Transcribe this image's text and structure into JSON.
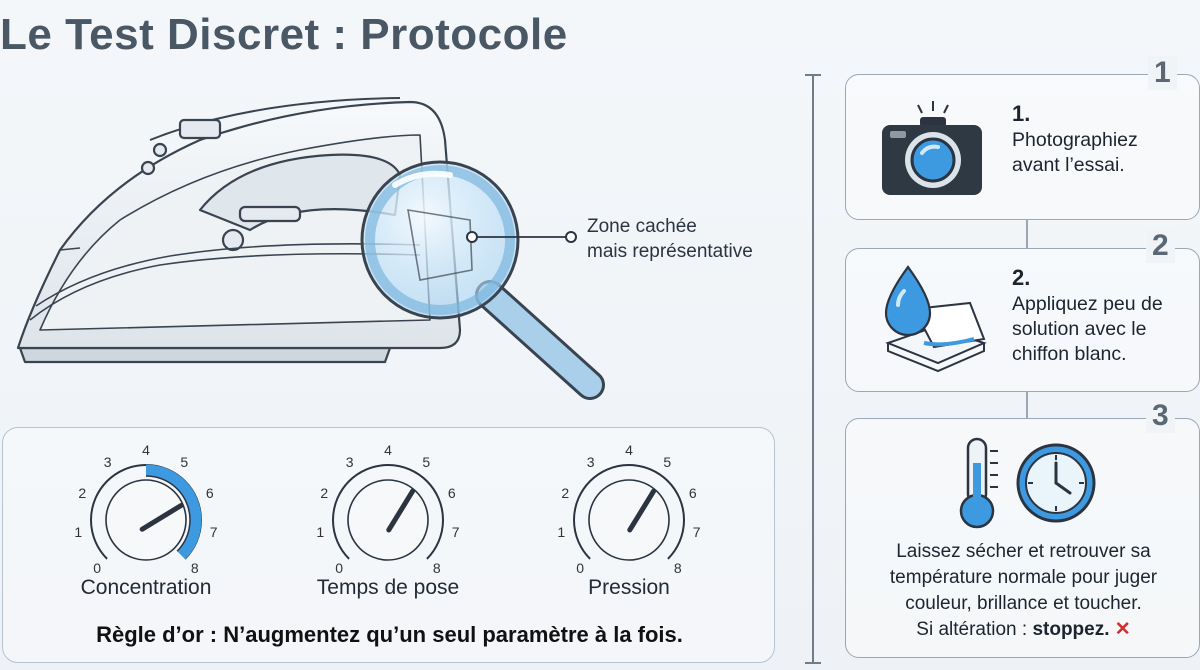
{
  "title": "Le Test Discret : Protocole",
  "callout": {
    "line1": "Zone cachée",
    "line2": "mais représentative"
  },
  "dials": [
    {
      "label": "Concentration",
      "value": 6,
      "scale": [
        "0",
        "1",
        "2",
        "3",
        "4",
        "5",
        "6",
        "7",
        "8"
      ],
      "highlight_from": 4,
      "highlight_to": 8
    },
    {
      "label": "Temps de pose",
      "value": 5.2,
      "scale": [
        "0",
        "1",
        "2",
        "3",
        "4",
        "5",
        "6",
        "7",
        "8"
      ]
    },
    {
      "label": "Pression",
      "value": 5.2,
      "scale": [
        "0",
        "1",
        "2",
        "3",
        "4",
        "5",
        "6",
        "7",
        "8"
      ]
    }
  ],
  "rule": "Règle d’or : N’augmentez qu’un seul paramètre à la fois.",
  "steps": [
    {
      "marker": "1",
      "number": "1.",
      "lines": [
        "Photographiez",
        "avant l’essai."
      ],
      "icon": "camera-icon"
    },
    {
      "marker": "2",
      "number": "2.",
      "lines": [
        "Appliquez peu de",
        "solution avec le",
        "chiffon blanc."
      ],
      "icon": "water-drop-cloth-icon"
    },
    {
      "marker": "3",
      "lines": [
        "Laissez sécher et retrouver sa",
        "température normale pour juger",
        "couleur, brillance et toucher."
      ],
      "last_prefix": "Si altération : ",
      "last_bold": "stoppez.",
      "icons": [
        "thermometer-icon",
        "clock-icon",
        "x-mark-icon"
      ]
    }
  ],
  "colors": {
    "accent_blue": "#3d9ae0",
    "outline": "#2b3440",
    "title": "#4a5866"
  }
}
